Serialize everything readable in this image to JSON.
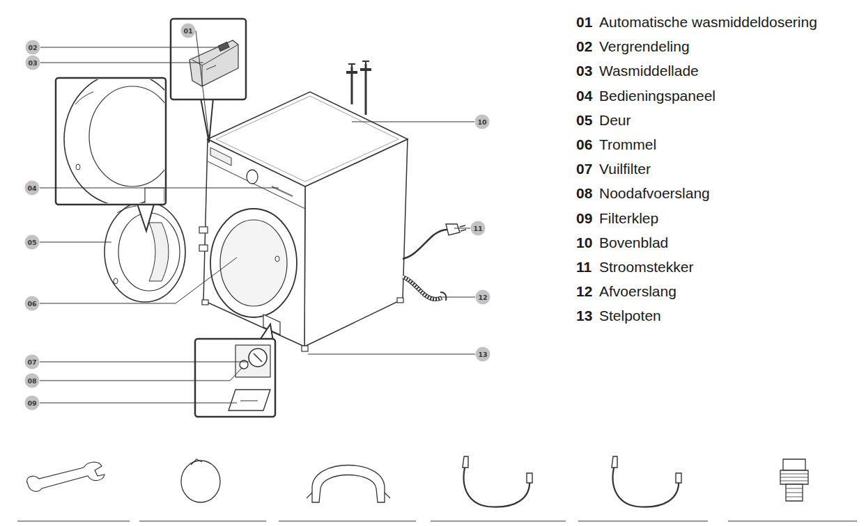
{
  "diagram": {
    "nodes": [
      {
        "text": [
          "01"
        ]
      },
      {
        "text": [
          "02"
        ]
      },
      {
        "text": [
          "03"
        ]
      },
      {
        "text": [
          "10"
        ]
      },
      {
        "text": [
          "04"
        ]
      },
      {
        "text": [
          "11"
        ]
      },
      {
        "text": [
          "05"
        ]
      },
      {
        "text": [
          "12"
        ]
      },
      {
        "text": [
          "06"
        ]
      },
      {
        "text": [
          "13"
        ]
      },
      {
        "text": [
          "07"
        ]
      },
      {
        "text": [
          "08"
        ]
      },
      {
        "text": [
          "09"
        ]
      }
    ],
    "labels": [
      "01",
      "Automatische wasmiddeldosering",
      "02",
      "Vergrendeling",
      "03",
      "Wasmiddellade",
      "04",
      "Bedieningspaneel",
      "05",
      "Deur",
      "06",
      "Trommel",
      "07",
      "Vuilfilter",
      "08",
      "Noodafvoerslang",
      "09",
      "Filterklep",
      "10",
      "Bovenblad",
      "11",
      "Stroomstekker",
      "12",
      "Afvoerslang",
      "13",
      "Stelpoten"
    ]
  }
}
